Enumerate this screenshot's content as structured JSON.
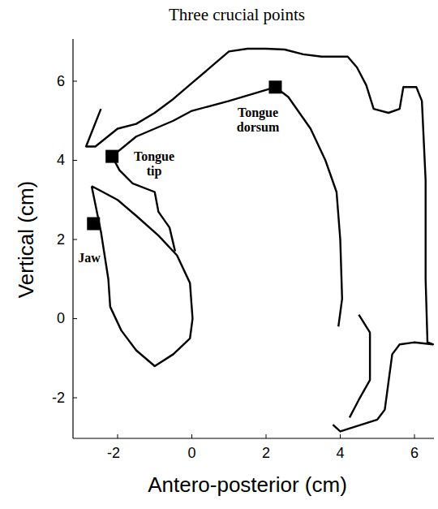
{
  "diagram": {
    "title": "Three crucial points",
    "labels": [
      "Vertical (cm)",
      "6",
      "4",
      "2",
      "0",
      "-2",
      "Antero-posterior (cm)",
      "-2",
      "0",
      "2",
      "4",
      "6",
      "Jaw",
      "Tongue tip",
      "Tongue dorsum"
    ]
  }
}
